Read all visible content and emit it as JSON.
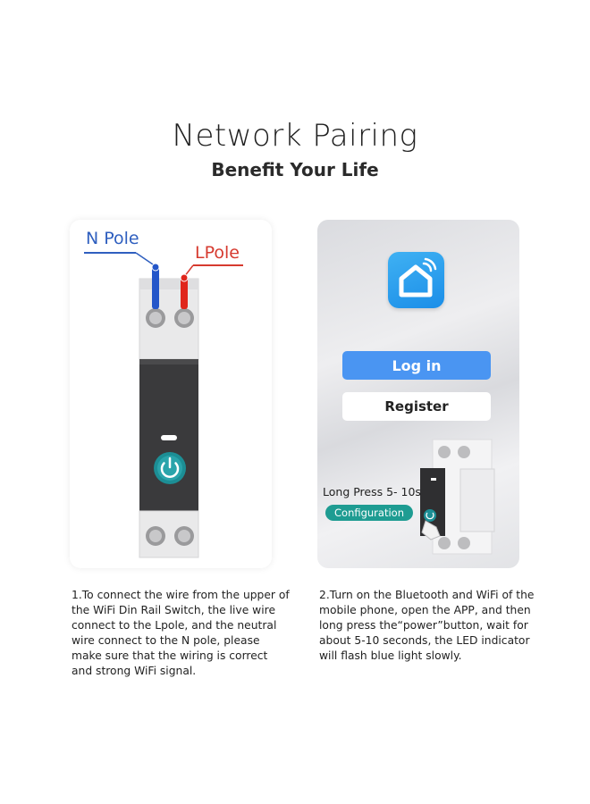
{
  "header": {
    "title": "Network Pairing",
    "subtitle": "Benefit Your Life"
  },
  "left_panel": {
    "n_pole_label": "N Pole",
    "l_pole_label": "LPole",
    "power_icon": "power-icon"
  },
  "right_panel": {
    "app_icon": "smart-home-icon",
    "login_label": "Log in",
    "register_label": "Register",
    "long_press_label": "Long Press 5- 10s",
    "configuration_label": "Configuration"
  },
  "steps": {
    "step1": "1.To connect the wire from the upper of the WiFi Din Rail Switch, the live wire connect to the Lpole, and the neutral wire connect to the N pole, please make sure that the wiring is correct and strong WiFi signal.",
    "step2": "2.Turn on the Bluetooth and WiFi of the mobile phone, open the APP, and then long press the“power”button, wait for about 5-10 seconds, the LED indicator will flash blue light slowly."
  },
  "colors": {
    "n_pole": "#2f5fbf",
    "l_pole": "#d63a2f",
    "teal": "#1e9c92",
    "app_blue": "#4a95f2"
  }
}
